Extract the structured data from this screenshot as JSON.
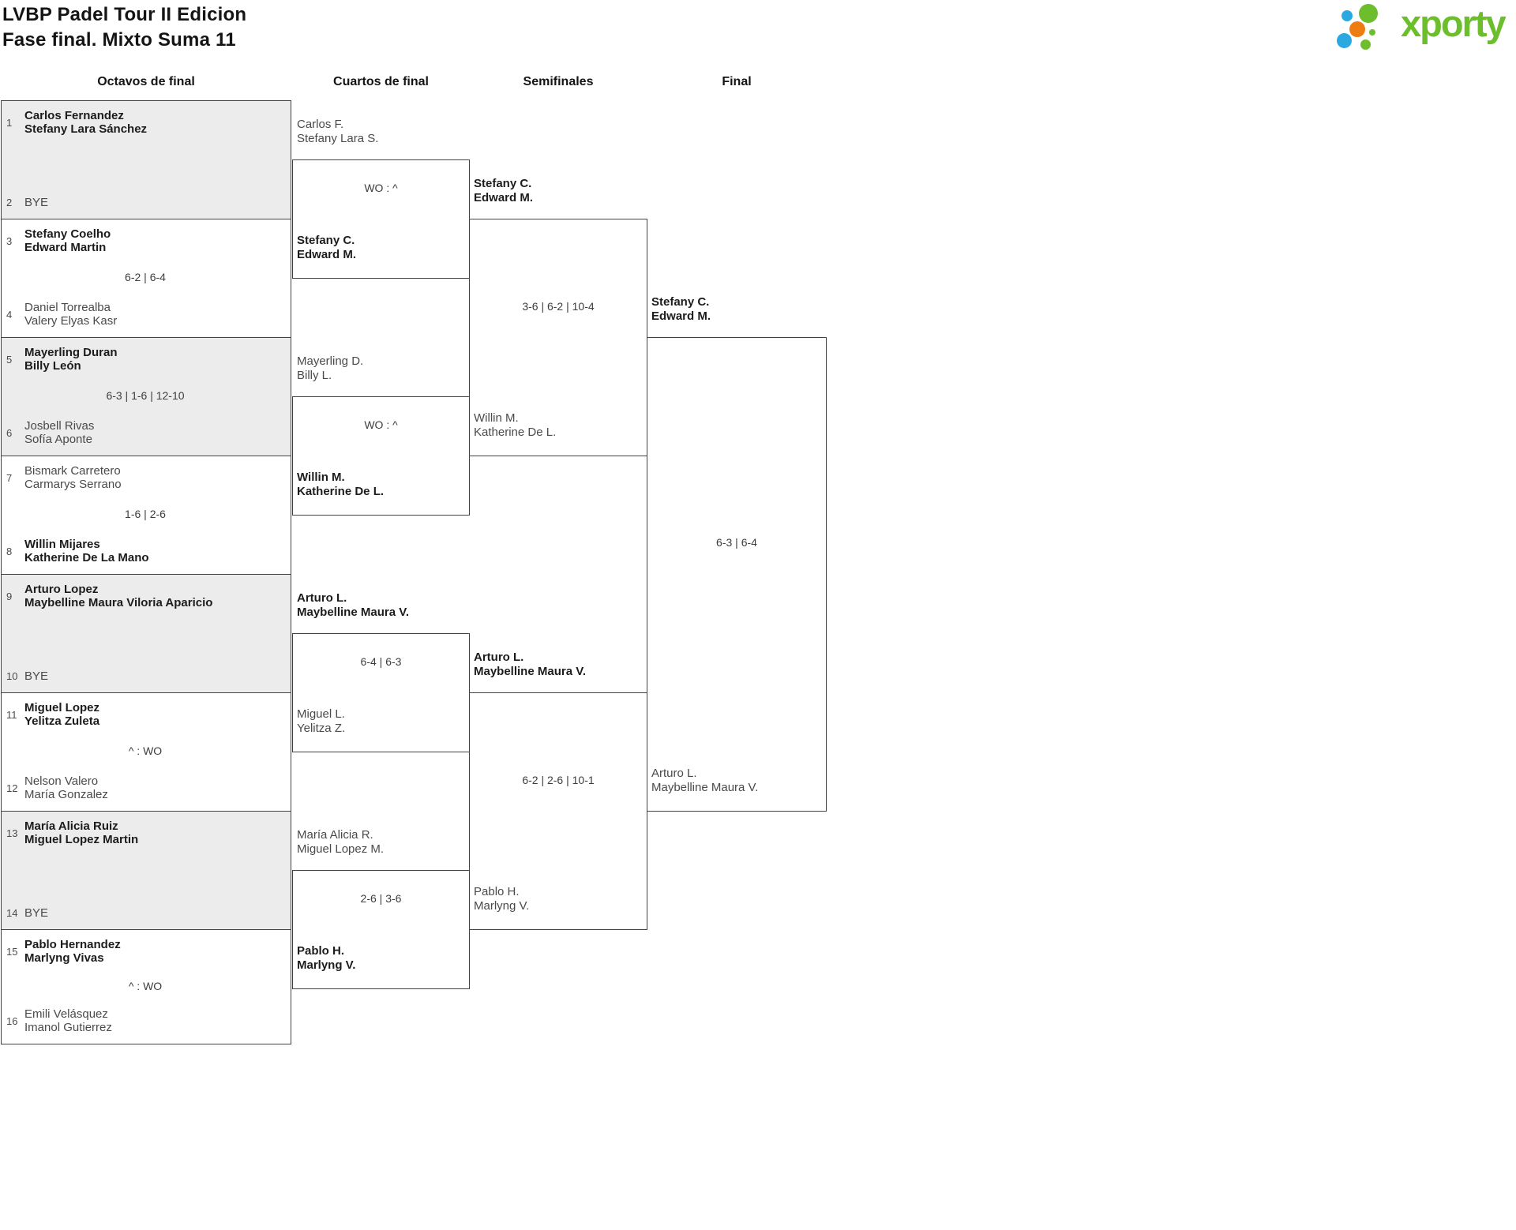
{
  "title": {
    "line1": "LVBP Padel Tour II Edicion",
    "line2": "Fase final. Mixto Suma 11"
  },
  "logo": {
    "text": "xporty",
    "green": "#6cbe2c",
    "blue": "#2aa9e0",
    "orange": "#ee7d11"
  },
  "rounds": [
    "Octavos de final",
    "Cuartos de final",
    "Semifinales",
    "Final"
  ],
  "octavos": [
    {
      "seed_top": "1",
      "top": [
        "Carlos Fernandez",
        "Stefany Lara Sánchez"
      ],
      "top_winner": true,
      "score": "",
      "seed_bottom": "2",
      "bottom": [
        "BYE"
      ],
      "bottom_winner": false
    },
    {
      "seed_top": "3",
      "top": [
        "Stefany Coelho",
        "Edward Martin"
      ],
      "top_winner": true,
      "score": "6-2 | 6-4",
      "seed_bottom": "4",
      "bottom": [
        "Daniel Torrealba",
        "Valery Elyas Kasr"
      ],
      "bottom_winner": false
    },
    {
      "seed_top": "5",
      "top": [
        "Mayerling Duran",
        "Billy León"
      ],
      "top_winner": true,
      "score": "6-3 | 1-6 | 12-10",
      "seed_bottom": "6",
      "bottom": [
        "Josbell Rivas",
        "Sofía Aponte"
      ],
      "bottom_winner": false
    },
    {
      "seed_top": "7",
      "top": [
        "Bismark Carretero",
        "Carmarys Serrano"
      ],
      "top_winner": false,
      "score": "1-6 | 2-6",
      "seed_bottom": "8",
      "bottom": [
        "Willin Mijares",
        "Katherine De La Mano"
      ],
      "bottom_winner": true
    },
    {
      "seed_top": "9",
      "top": [
        "Arturo Lopez",
        "Maybelline Maura Viloria Aparicio"
      ],
      "top_winner": true,
      "score": "",
      "seed_bottom": "10",
      "bottom": [
        "BYE"
      ],
      "bottom_winner": false
    },
    {
      "seed_top": "11",
      "top": [
        "Miguel Lopez",
        "Yelitza Zuleta"
      ],
      "top_winner": true,
      "score": "^ : WO",
      "seed_bottom": "12",
      "bottom": [
        "Nelson Valero",
        "María Gonzalez"
      ],
      "bottom_winner": false
    },
    {
      "seed_top": "13",
      "top": [
        "María Alicia Ruiz",
        "Miguel Lopez Martin"
      ],
      "top_winner": true,
      "score": "",
      "seed_bottom": "14",
      "bottom": [
        "BYE"
      ],
      "bottom_winner": false
    },
    {
      "seed_top": "15",
      "top": [
        "Pablo Hernandez",
        "Marlyng Vivas"
      ],
      "top_winner": true,
      "score": "^ : WO",
      "seed_bottom": "16",
      "bottom": [
        "Emili Velásquez",
        "Imanol Gutierrez"
      ],
      "bottom_winner": false
    }
  ],
  "cuartos": [
    {
      "upper": [
        "Carlos F.",
        "Stefany Lara S."
      ],
      "upper_winner": false,
      "score": "WO : ^",
      "lower": [
        "Stefany C.",
        "Edward M."
      ],
      "lower_winner": true
    },
    {
      "upper": [
        "Mayerling D.",
        "Billy L."
      ],
      "upper_winner": false,
      "score": "WO : ^",
      "lower": [
        "Willin M.",
        "Katherine De L."
      ],
      "lower_winner": true
    },
    {
      "upper": [
        "Arturo L.",
        "Maybelline Maura V."
      ],
      "upper_winner": true,
      "score": "6-4 | 6-3",
      "lower": [
        "Miguel L.",
        "Yelitza Z."
      ],
      "lower_winner": false
    },
    {
      "upper": [
        "María Alicia R.",
        "Miguel Lopez M."
      ],
      "upper_winner": false,
      "score": "2-6 | 3-6",
      "lower": [
        "Pablo H.",
        "Marlyng V."
      ],
      "lower_winner": true
    }
  ],
  "semifinales": [
    {
      "upper": [
        "Stefany C.",
        "Edward M."
      ],
      "upper_winner": true,
      "score": "3-6 | 6-2 | 10-4",
      "lower": [
        "Willin M.",
        "Katherine De L."
      ],
      "lower_winner": false
    },
    {
      "upper": [
        "Arturo L.",
        "Maybelline Maura V."
      ],
      "upper_winner": true,
      "score": "6-2 | 2-6 | 10-1",
      "lower": [
        "Pablo H.",
        "Marlyng V."
      ],
      "lower_winner": false
    }
  ],
  "final": [
    {
      "upper": [
        "Stefany C.",
        "Edward M."
      ],
      "upper_winner": true,
      "score": "6-3 | 6-4",
      "lower": [
        "Arturo L.",
        "Maybelline Maura V."
      ],
      "lower_winner": false
    }
  ],
  "colors": {
    "box_border": "#434343",
    "shaded_box_bg": "#ececec",
    "winner_text": "#1c1c1c",
    "loser_text": "#4a4a4a"
  }
}
